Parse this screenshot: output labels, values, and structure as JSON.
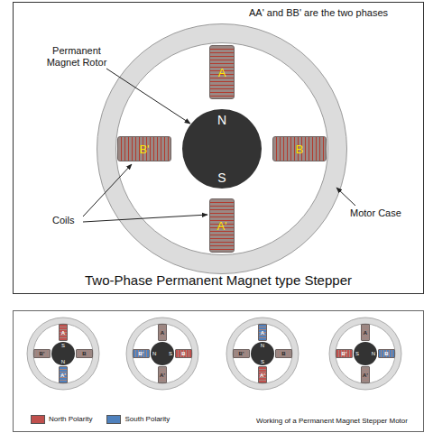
{
  "diagram": {
    "caption": "Two-Phase Permanent Magnet type Stepper",
    "nodes": [
      {
        "text": [
          "A"
        ]
      },
      {
        "text": [
          "B'"
        ]
      },
      {
        "text": [
          "N",
          "S"
        ]
      },
      {
        "text": [
          "B"
        ]
      },
      {
        "text": [
          "A'"
        ]
      },
      {
        "text": [
          "A"
        ]
      },
      {
        "text": [
          "B'"
        ]
      },
      {
        "text": [
          "S",
          "N"
        ]
      },
      {
        "text": [
          "B"
        ]
      },
      {
        "text": [
          "A'"
        ]
      },
      {
        "text": [
          "A"
        ]
      },
      {
        "text": [
          "B'"
        ]
      },
      {
        "text": [
          "N",
          "S"
        ]
      },
      {
        "text": [
          "B"
        ]
      },
      {
        "text": [
          "A'"
        ]
      },
      {
        "text": [
          "A"
        ]
      },
      {
        "text": [
          "B'"
        ]
      },
      {
        "text": [
          "N",
          "S"
        ]
      },
      {
        "text": [
          "B"
        ]
      },
      {
        "text": [
          "A'"
        ]
      },
      {
        "text": [
          "A"
        ]
      },
      {
        "text": [
          "B'"
        ]
      },
      {
        "text": [
          "S",
          "N"
        ]
      },
      {
        "text": [
          "B"
        ]
      },
      {
        "text": [
          "A'"
        ]
      }
    ],
    "labels": [
      "AA' and BB' are the two phases",
      "Permanent Magnet Rotor",
      "Coils",
      "Motor Case",
      "Working of a Permanent Magnet Stepper Motor"
    ],
    "legend": [
      {
        "text": "North Polarity",
        "color": "#c0504d"
      },
      {
        "text": "South Polarity",
        "color": "#4f81bd"
      }
    ]
  }
}
